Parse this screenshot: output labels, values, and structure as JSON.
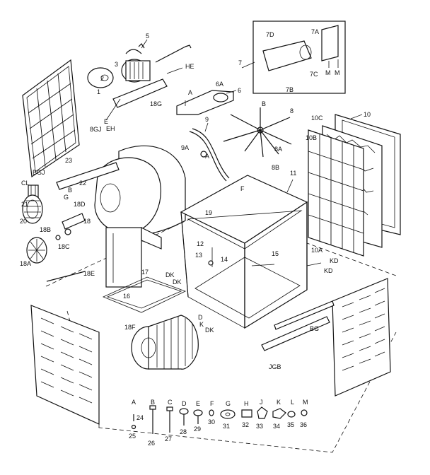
{
  "labels": {
    "l1": "1",
    "l2": "2",
    "l3": "3",
    "l5": "5",
    "lHE": "HE",
    "l18G": "18G",
    "l7": "7",
    "l7A": "7A",
    "l7B": "7B",
    "l7C": "7C",
    "l7D": "7D",
    "lM1": "M",
    "lM2": "M",
    "l6": "6",
    "l6A": "6A",
    "lA6": "A",
    "lE": "E",
    "lEH": "EH",
    "l8GJ": "8GJ",
    "l9": "9",
    "l9A": "9A",
    "lA9": "A",
    "lB8": "B",
    "l8": "8",
    "l8A": "8A",
    "l8B": "8B",
    "l10": "10",
    "l10C": "10C",
    "l10B": "10B",
    "l10A": "10A",
    "lKD1": "KD",
    "lKD2": "KD",
    "l11": "11",
    "l23": "23",
    "l22": "22",
    "lBGJ": "BGJ",
    "lCL": "CL",
    "l21": "21",
    "lBD": "B",
    "l18D": "18D",
    "l18": "18",
    "lG": "G",
    "l20": "20",
    "l18B": "18B",
    "l18C": "18C",
    "l18A": "18A",
    "l19": "19",
    "lF": "F",
    "l12": "12",
    "l13": "13",
    "l14": "14",
    "l15": "15",
    "lDK1": "DK",
    "lDK2": "DK",
    "lDK3": "DK",
    "lK1": "K",
    "lD1": "D",
    "l17": "17",
    "l16": "16",
    "l18E": "18E",
    "l18F": "18F",
    "lBG": "BG",
    "lJGB": "JGB",
    "hA": "A",
    "hB": "B",
    "hC": "C",
    "hD": "D",
    "hE": "E",
    "hF": "F",
    "hG": "G",
    "hH": "H",
    "hJ": "J",
    "hK": "K",
    "hL": "L",
    "hM": "M",
    "n24": "24",
    "n25": "25",
    "n26": "26",
    "n27": "27",
    "n28": "28",
    "n29": "29",
    "n30": "30",
    "n31": "31",
    "n32": "32",
    "n33": "33",
    "n34": "34",
    "n35": "35",
    "n36": "36"
  }
}
